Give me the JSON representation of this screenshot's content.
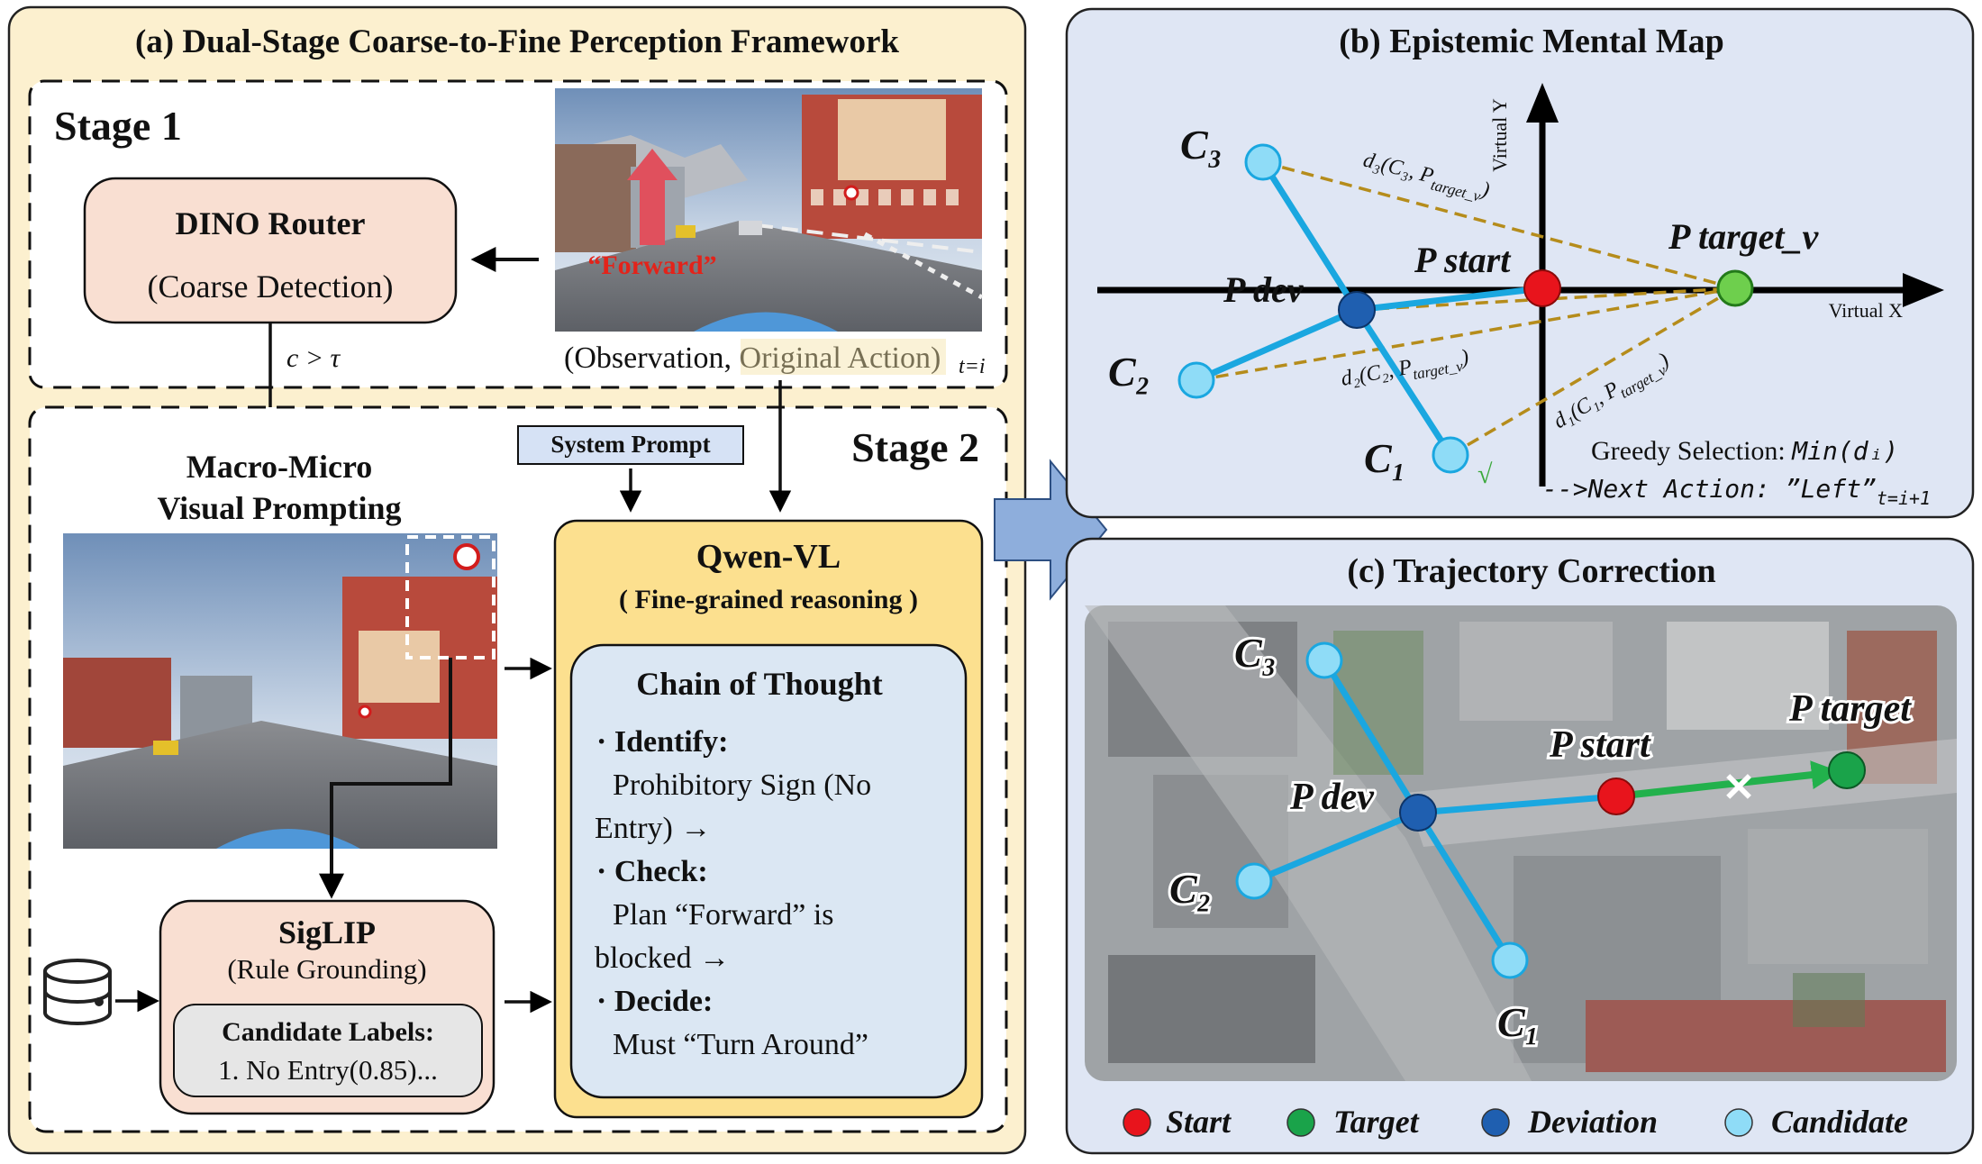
{
  "panel_a": {
    "title": "(a) Dual-Stage Coarse-to-Fine Perception Framework",
    "stage1": {
      "label": "Stage 1",
      "dino_title": "DINO Router",
      "dino_sub": "(Coarse Detection)",
      "forward_text": "“Forward”",
      "obs_prefix": "(Observation, ",
      "obs_action": "Original Action",
      "obs_suffix": ")",
      "obs_subscript": "t=i",
      "threshold": "c > τ"
    },
    "stage2": {
      "label": "Stage 2",
      "system_prompt": "System Prompt",
      "macro_line1": "Macro-Micro",
      "macro_line2": "Visual Prompting",
      "siglip_title": "SigLIP",
      "siglip_sub": "(Rule Grounding)",
      "candidate_title": "Candidate Labels:",
      "candidate_item": "1. No Entry(0.85)...",
      "qwen_title": "Qwen-VL",
      "qwen_sub": "( Fine-grained reasoning )",
      "cot_title": "Chain of Thought",
      "cot_lines": [
        "· Identify:",
        "Prohibitory Sign (No",
        "Entry) →",
        "· Check:",
        "Plan “Forward” is",
        "blocked →",
        "· Decide:",
        "Must “Turn Around”"
      ]
    }
  },
  "panel_b": {
    "title": "(b)  Epistemic Mental Map",
    "axis_y": "Virtual Y",
    "axis_x": "Virtual X",
    "p_start": "P start",
    "p_target": "P target_v",
    "p_dev": "P dev",
    "c1": "C₁",
    "c2": "C₂",
    "c3": "C₃",
    "d1": "d₁(C₁, P",
    "d1_sub": "target_v",
    "d2": "d₂(C₂, P",
    "d2_sub": "target_v",
    "d3": "d₃(C₃, P",
    "d3_sub": "target_v",
    "check": "√",
    "greedy_prefix": "Greedy Selection: ",
    "greedy_formula": "Min(dᵢ)",
    "next_action": "-->Next Action: ”Left”",
    "next_sub": "t=i+1"
  },
  "panel_c": {
    "title": "(c) Trajectory Correction",
    "c1": "C₁",
    "c2": "C₂",
    "c3": "C₃",
    "p_dev": "P dev",
    "p_start": "P start",
    "p_target": "P target",
    "cross": "✕",
    "legend": [
      {
        "label": "Start",
        "color": "#e8141c"
      },
      {
        "label": "Target",
        "color": "#1aa34a"
      },
      {
        "label": "Deviation",
        "color": "#1f5fb0"
      },
      {
        "label": "Candidate",
        "color": "#8fdcf7"
      }
    ]
  },
  "colors": {
    "panel_a_bg": "#fcf0cf",
    "panel_bc_bg": "#dfe6f4",
    "box_pink": "#f9dfd2",
    "qwen_yellow": "#fce08f",
    "cot_blue": "#dbe7f3",
    "prompt_blue": "#d6e2f5",
    "candidate_line": "#1aa7e0",
    "dash_gold": "#b58c1b",
    "arrow_blue": "#8eaedc"
  }
}
